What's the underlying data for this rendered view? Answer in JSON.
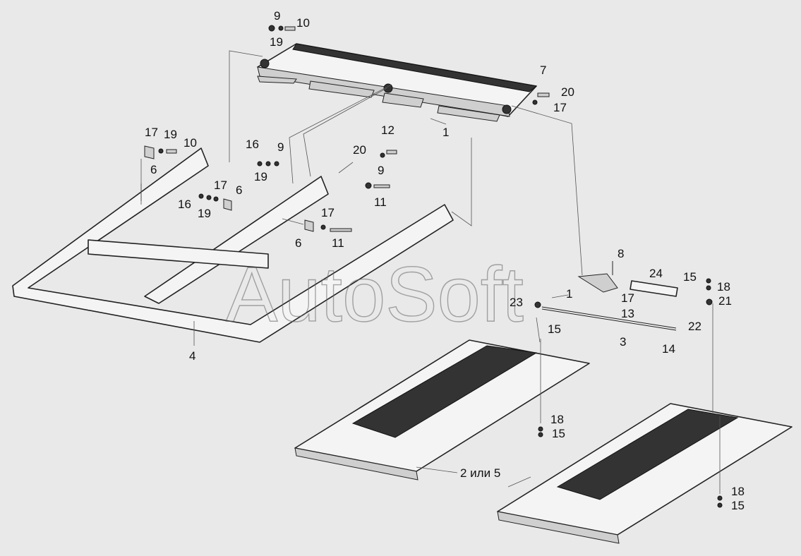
{
  "watermark": "AutoSoft",
  "labels": {
    "l1a": "1",
    "l1b": "1",
    "l2": "2 или 5",
    "l3": "3",
    "l4": "4",
    "l6a": "6",
    "l6b": "6",
    "l6c": "6",
    "l7": "7",
    "l8": "8",
    "l9a": "9",
    "l9b": "9",
    "l9c": "9",
    "l10a": "10",
    "l10b": "10",
    "l11a": "11",
    "l11b": "11",
    "l12": "12",
    "l13": "13",
    "l14": "14",
    "l15a": "15",
    "l15b": "15",
    "l15c": "15",
    "l15d": "15",
    "l16a": "16",
    "l16b": "16",
    "l17a": "17",
    "l17b": "17",
    "l17c": "17",
    "l17d": "17",
    "l17e": "17",
    "l18a": "18",
    "l18b": "18",
    "l18c": "18",
    "l19a": "19",
    "l19b": "19",
    "l19c": "19",
    "l19d": "19",
    "l20a": "20",
    "l20b": "20",
    "l21": "21",
    "l22": "22",
    "l23": "23",
    "l24": "24"
  }
}
